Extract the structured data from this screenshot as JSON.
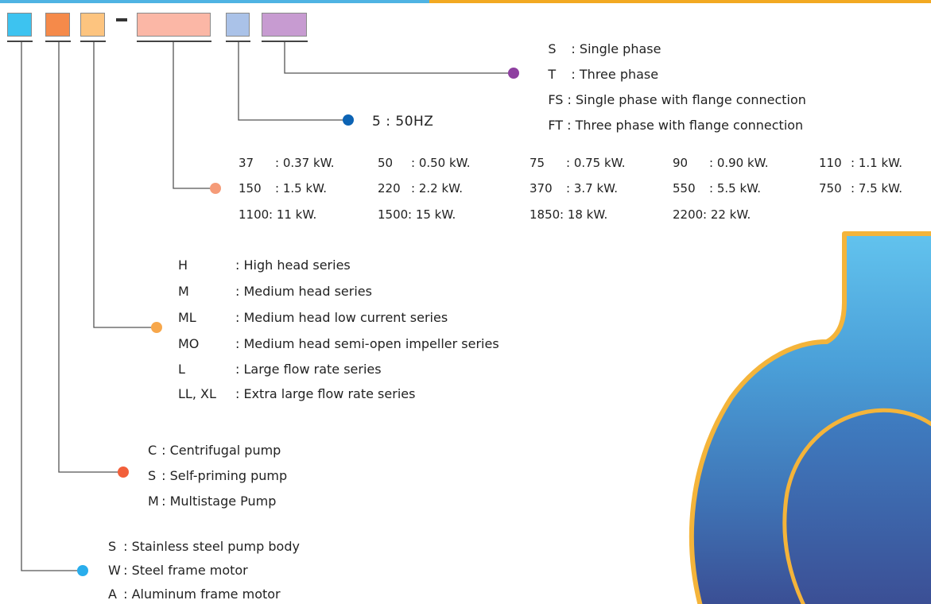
{
  "code_boxes": [
    {
      "color": "#3dc3f0"
    },
    {
      "color": "#f58a4a"
    },
    {
      "color": "#fdc47f"
    },
    {
      "color": "#fbb7a6"
    },
    {
      "color": "#aac2e8"
    },
    {
      "color": "#c79bd1"
    }
  ],
  "dot_colors": {
    "connection": "#8e3fa0",
    "frequency": "#0c63b4",
    "power": "#f59b78",
    "series": "#f7a74b",
    "pump_type": "#f25f3a",
    "material": "#29adec"
  },
  "connection": {
    "items": [
      {
        "code": "S",
        "sep": " : ",
        "desc": "Single phase"
      },
      {
        "code": "T",
        "sep": " : ",
        "desc": "Three phase"
      },
      {
        "code": "FS",
        "sep": " : ",
        "desc": "Single phase with flange connection"
      },
      {
        "code": "FT",
        "sep": " : ",
        "desc": "Three phase with flange connection"
      }
    ]
  },
  "frequency": {
    "code": "5",
    "sep": " : ",
    "desc": "50HZ"
  },
  "power": {
    "rows": [
      [
        {
          "code": "37",
          "val": ": 0.37 kW."
        },
        {
          "code": "50",
          "val": ": 0.50 kW."
        },
        {
          "code": "75",
          "val": ": 0.75 kW."
        },
        {
          "code": "90",
          "val": ": 0.90 kW."
        },
        {
          "code": "110",
          "val": ": 1.1 kW."
        }
      ],
      [
        {
          "code": "150",
          "val": ": 1.5 kW."
        },
        {
          "code": "220",
          "val": ": 2.2 kW."
        },
        {
          "code": "370",
          "val": ": 3.7 kW."
        },
        {
          "code": "550",
          "val": ": 5.5 kW."
        },
        {
          "code": "750",
          "val": ": 7.5 kW."
        }
      ],
      [
        {
          "code": "1100",
          "val": ": 11 kW."
        },
        {
          "code": "1500",
          "val": ": 15 kW."
        },
        {
          "code": "1850",
          "val": ": 18 kW."
        },
        {
          "code": "2200",
          "val": ": 22 kW."
        }
      ]
    ]
  },
  "series": {
    "items": [
      {
        "code": "H",
        "desc": ": High head series"
      },
      {
        "code": "M",
        "desc": ": Medium head series"
      },
      {
        "code": "ML",
        "desc": ": Medium head low current series"
      },
      {
        "code": "MO",
        "desc": ": Medium head semi-open impeller series"
      },
      {
        "code": "L",
        "desc": ": Large flow rate series"
      },
      {
        "code": "LL, XL",
        "desc": ": Extra large flow rate series"
      }
    ]
  },
  "pump_type": {
    "items": [
      {
        "code": "C",
        "sep": " : ",
        "desc": "Centrifugal pump"
      },
      {
        "code": "S",
        "sep": " : ",
        "desc": "Self-priming pump"
      },
      {
        "code": "M",
        "sep": " : ",
        "desc": "Multistage Pump"
      }
    ]
  },
  "material": {
    "items": [
      {
        "code": "S",
        "sep": " : ",
        "desc": "Stainless steel pump body"
      },
      {
        "code": "W",
        "sep": " : ",
        "desc": "Steel frame motor"
      },
      {
        "code": "A",
        "sep": " : ",
        "desc": "Aluminum frame motor"
      }
    ]
  }
}
